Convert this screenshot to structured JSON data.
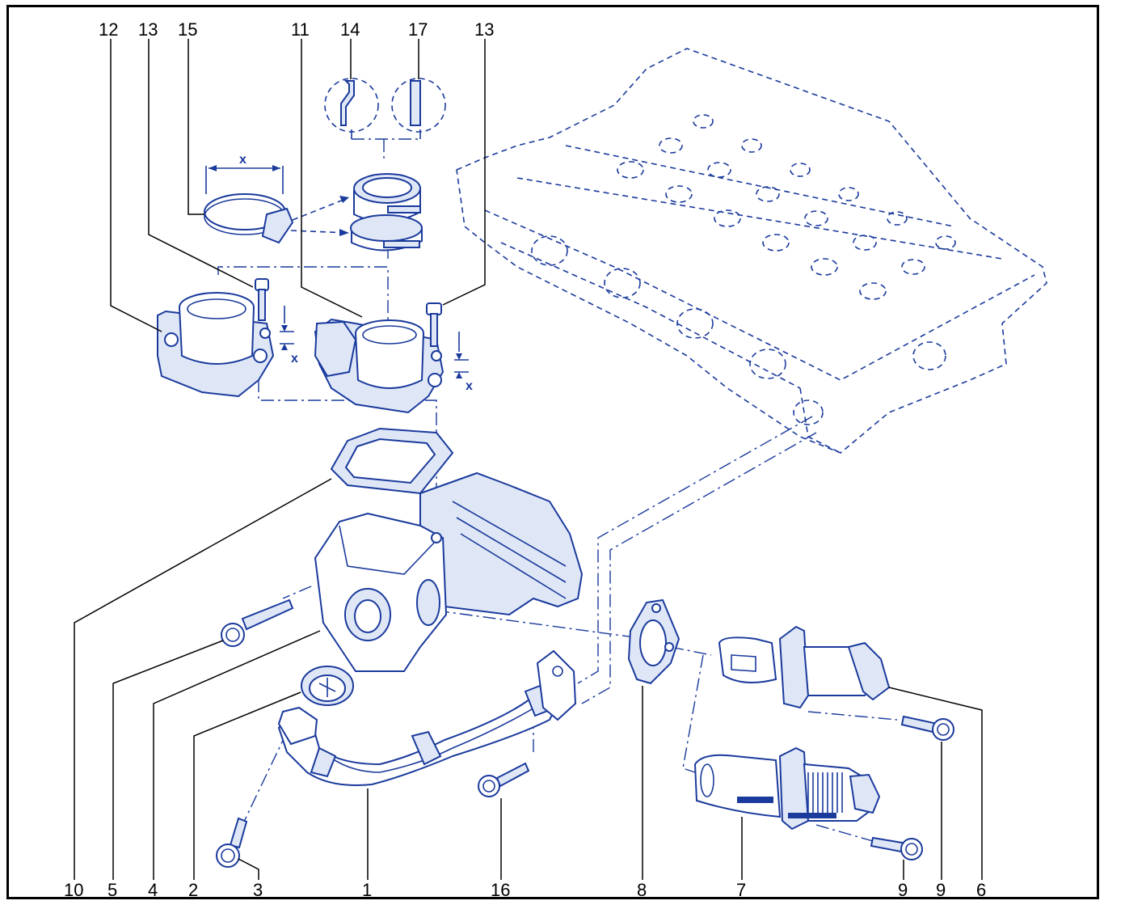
{
  "diagram": {
    "dimension_symbol": "x",
    "callouts_top": [
      {
        "id": "c12",
        "text": "12"
      },
      {
        "id": "c13a",
        "text": "13"
      },
      {
        "id": "c15",
        "text": "15"
      },
      {
        "id": "c11",
        "text": "11"
      },
      {
        "id": "c14",
        "text": "14"
      },
      {
        "id": "c17",
        "text": "17"
      },
      {
        "id": "c13b",
        "text": "13"
      }
    ],
    "callouts_bottom": [
      {
        "id": "c10",
        "text": "10"
      },
      {
        "id": "c5",
        "text": "5"
      },
      {
        "id": "c4",
        "text": "4"
      },
      {
        "id": "c2",
        "text": "2"
      },
      {
        "id": "c3",
        "text": "3"
      },
      {
        "id": "c1",
        "text": "1"
      },
      {
        "id": "c16",
        "text": "16"
      },
      {
        "id": "c8",
        "text": "8"
      },
      {
        "id": "c7",
        "text": "7"
      },
      {
        "id": "c9a",
        "text": "9"
      },
      {
        "id": "c9b",
        "text": "9"
      },
      {
        "id": "c6",
        "text": "6"
      }
    ]
  }
}
